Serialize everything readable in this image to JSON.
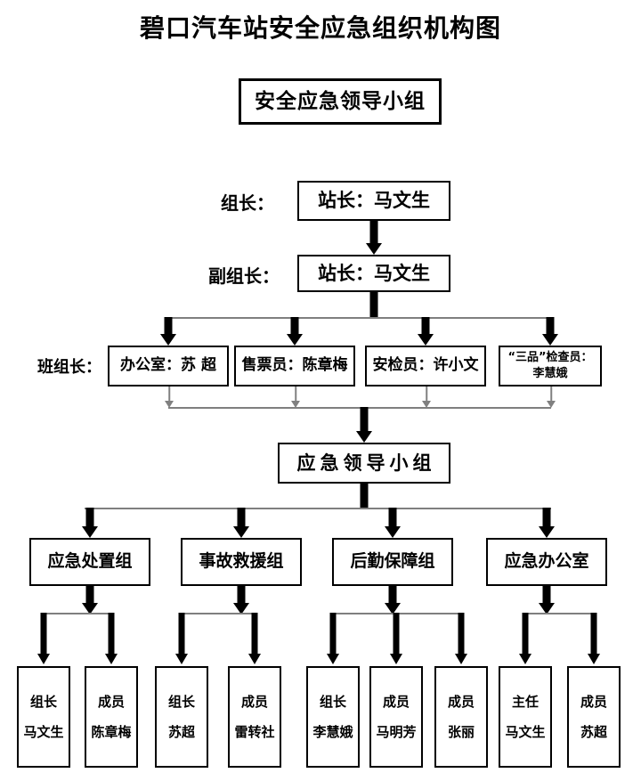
{
  "title": "碧口汽车站安全应急组织机构图",
  "top_box": {
    "label": "安全应急领导小组"
  },
  "leader": {
    "side_label": "组长：",
    "box": "站长：马文生"
  },
  "deputy_leader": {
    "side_label": "副组长：",
    "box": "站长：马文生"
  },
  "unit_leaders": {
    "side_label": "班组长：",
    "boxes": [
      {
        "label": "办公室：苏  超"
      },
      {
        "label": "售票员：陈章梅"
      },
      {
        "label": "安检员：许小文"
      },
      {
        "label": "“三品”检查员：",
        "label2": "李慧娥"
      }
    ]
  },
  "emergency_group": {
    "label": "应急领导小组"
  },
  "groups": [
    {
      "label": "应急处置组"
    },
    {
      "label": "事故救援组"
    },
    {
      "label": "后勤保障组"
    },
    {
      "label": "应急办公室"
    }
  ],
  "members": [
    {
      "role": "组长",
      "name": "马文生"
    },
    {
      "role": "成员",
      "name": "陈章梅"
    },
    {
      "role": "组长",
      "name": "苏超"
    },
    {
      "role": "成员",
      "name": "雷转社"
    },
    {
      "role": "组长",
      "name": "李慧娥"
    },
    {
      "role": "成员",
      "name": "马明芳"
    },
    {
      "role": "成员",
      "name": "张丽"
    },
    {
      "role": "主任",
      "name": "马文生"
    },
    {
      "role": "成员",
      "name": "苏超"
    }
  ],
  "colors": {
    "line": "#000000",
    "bus": "#7f7f7f",
    "background": "#ffffff"
  }
}
